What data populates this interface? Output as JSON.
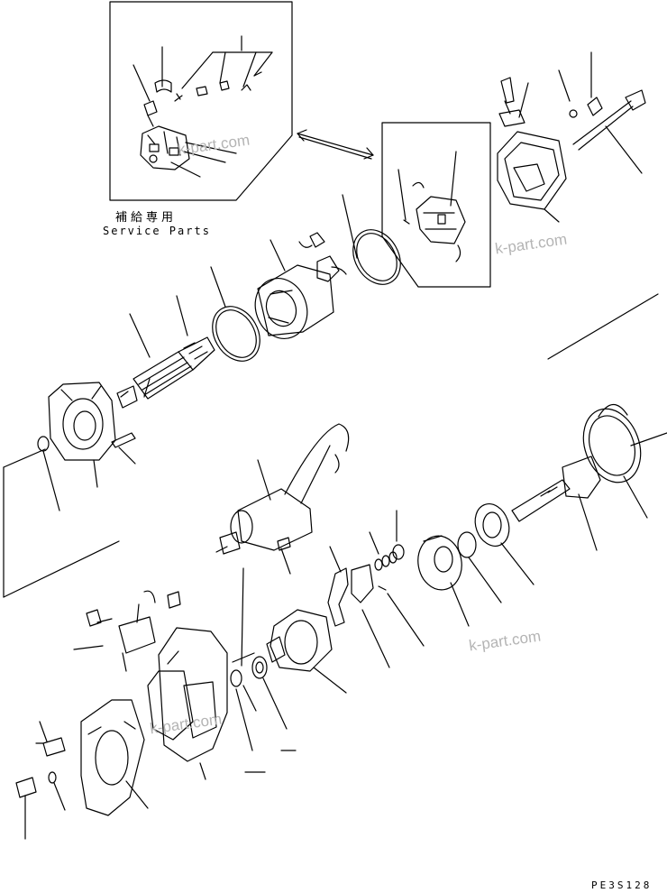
{
  "diagram": {
    "service_parts_label_jp": "補給専用",
    "service_parts_label_en": "Service Parts",
    "drawing_code": "PE3S128",
    "watermarks": [
      "k-part.com",
      "k-part.com",
      "k-part.com",
      "k-part.com"
    ]
  }
}
